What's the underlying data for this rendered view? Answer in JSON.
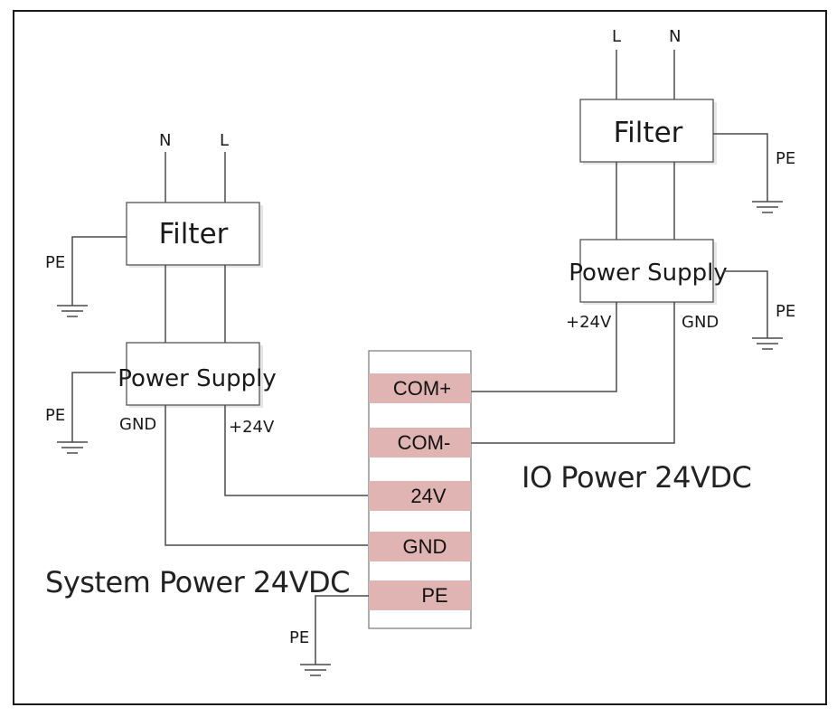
{
  "diagram": {
    "title": "24VDC power wiring",
    "left_circuit": {
      "input_labels": {
        "n": "N",
        "l": "L"
      },
      "filter_label": "Filter",
      "filter_pe_label": "PE",
      "supply_label": "Power Supply",
      "supply_pe_label": "PE",
      "output_gnd_label": "GND",
      "output_pos_label": "+24V",
      "caption": "System Power 24VDC"
    },
    "right_circuit": {
      "input_labels": {
        "l": "L",
        "n": "N"
      },
      "filter_label": "Filter",
      "filter_pe_label": "PE",
      "supply_label": "Power Supply",
      "supply_pe_label": "PE",
      "output_pos_label": "+24V",
      "output_gnd_label": "GND",
      "caption": "IO Power 24VDC"
    },
    "terminal_block": {
      "terminals": [
        "COM+",
        "COM-",
        "24V",
        "GND",
        "PE"
      ],
      "band_color": "#e0b4b2"
    },
    "terminal_pe_label": "PE",
    "wire_color": "#4a4a4a"
  }
}
